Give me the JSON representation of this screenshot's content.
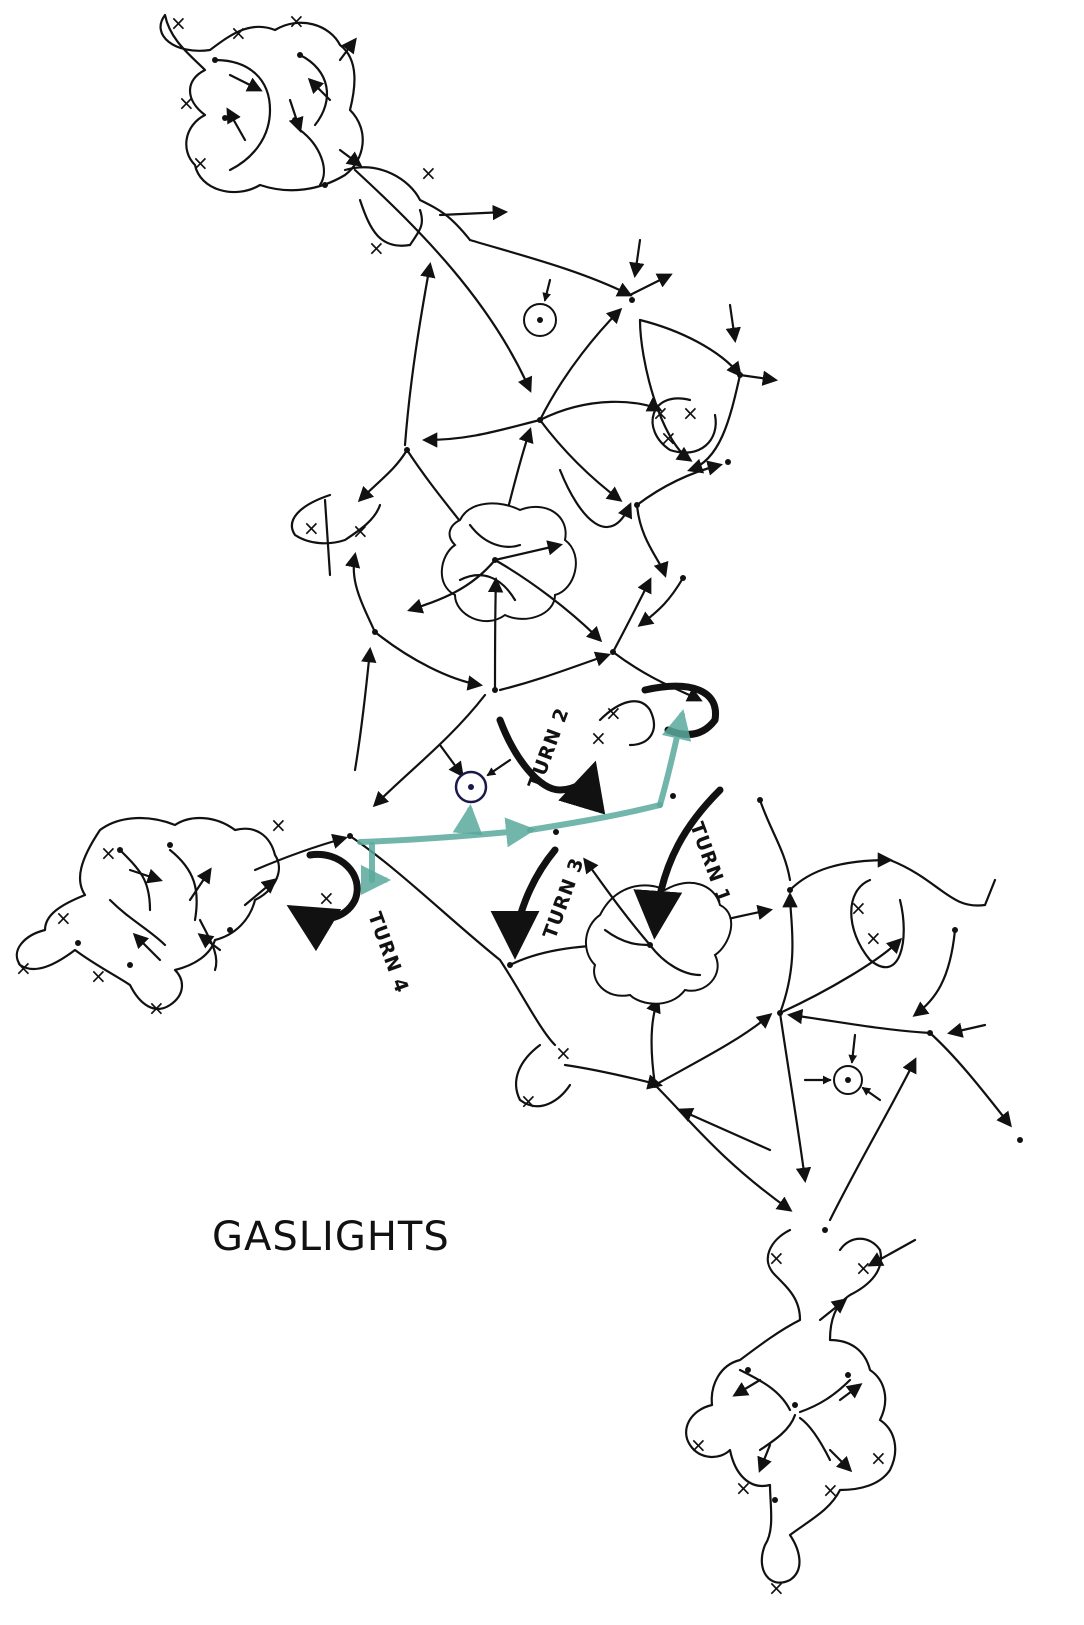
{
  "title": "GASLIGHTS",
  "turn_labels": [
    "TURN 2",
    "TURN 1",
    "TURN 3",
    "TURN 4"
  ],
  "colors": {
    "ink": "#111111",
    "highlight": "#5aa99c",
    "gaslight": "#1a1a4a",
    "background": "#ffffff"
  },
  "icons": [
    "gaslight-icon",
    "x-mark-icon",
    "arrow-icon",
    "node-dot-icon",
    "cloud-icon"
  ]
}
